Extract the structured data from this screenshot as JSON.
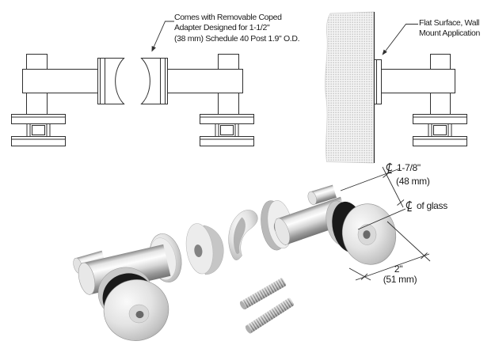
{
  "annotations": {
    "coped_adapter_note": {
      "line1": "Comes with Removable Coped",
      "line2": "Adapter Designed for 1-1/2\"",
      "line3": "(38 mm) Schedule 40 Post 1.9\" O.D."
    },
    "wall_mount_note": {
      "line1": "Flat Surface, Wall",
      "line2": "Mount Application"
    }
  },
  "dimensions": {
    "centerline_symbol": "℄",
    "post_center_to_glass": {
      "value": "1-7/8\"",
      "metric": "(48 mm)"
    },
    "glass_centerline": {
      "label": "of glass"
    },
    "fitting_diameter": {
      "value": "2\"",
      "metric": "(51 mm)"
    }
  },
  "colors": {
    "background": "#ffffff",
    "line_art": "#2f2f2f",
    "text": "#1a1a1a",
    "gasket_black": "#1a1a1a",
    "metal_highlight": "#fdfdfd",
    "metal_shadow": "#747474",
    "wall_stipple_dot": "#a3a3a3"
  }
}
